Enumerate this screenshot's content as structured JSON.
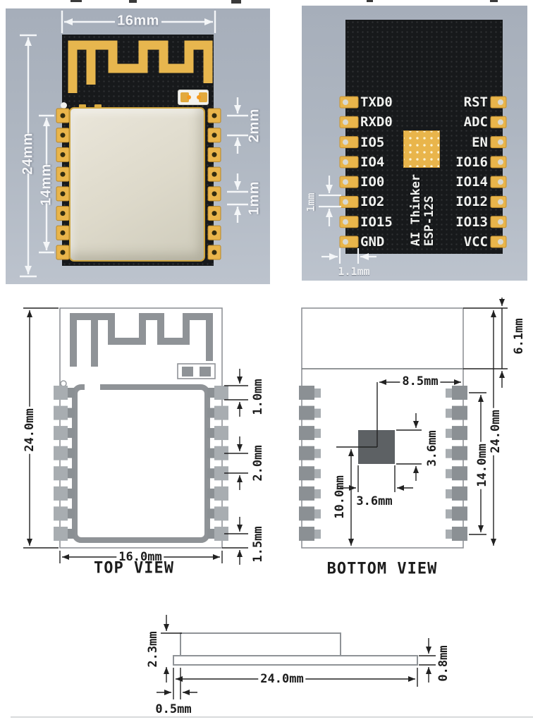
{
  "photo_top": {
    "dims": {
      "width": "16mm",
      "height": "24mm",
      "pad_span": "14mm",
      "pad_pitch": "2mm",
      "pad_width": "1mm"
    }
  },
  "photo_bottom": {
    "left_pins": [
      "TXD0",
      "RXD0",
      "IO5",
      "IO4",
      "IO0",
      "IO2",
      "IO15",
      "GND"
    ],
    "right_pins": [
      "RST",
      "ADC",
      "EN",
      "IO16",
      "IO14",
      "IO12",
      "IO13",
      "VCC"
    ],
    "chip_line1": "AI Thinker",
    "chip_line2": "ESP-12S",
    "dims": {
      "pad_height": "1mm",
      "pad_width": "1.1mm"
    }
  },
  "top_view": {
    "caption": "TOP VIEW",
    "dims": {
      "height": "24.0mm",
      "width": "16.0mm",
      "pad_length": "1.0mm",
      "pad_pitch": "2.0mm",
      "pad_end": "1.5mm"
    }
  },
  "bottom_view": {
    "caption": "BOTTOM VIEW",
    "dims": {
      "antenna_zone": "6.1mm",
      "thermal_center_x": "8.5mm",
      "height": "24.0mm",
      "pad_span": "14.0mm",
      "thermal_height": "3.6mm",
      "thermal_width": "3.6mm",
      "thermal_from_bottom": "10.0mm"
    }
  },
  "side_view": {
    "dims": {
      "total_height": "2.3mm",
      "length": "24.0mm",
      "pcb_thickness": "0.8mm",
      "edge_offset": "0.5mm"
    }
  },
  "colors": {
    "gold": "#e9b54b",
    "pcb_black": "#17191b",
    "panel_bg": "#aeb6c1",
    "drawing_gray": "#8f9397",
    "dim_black": "#222222",
    "dim_white": "#f4f6f8",
    "thermal_dark": "#5d6164"
  }
}
